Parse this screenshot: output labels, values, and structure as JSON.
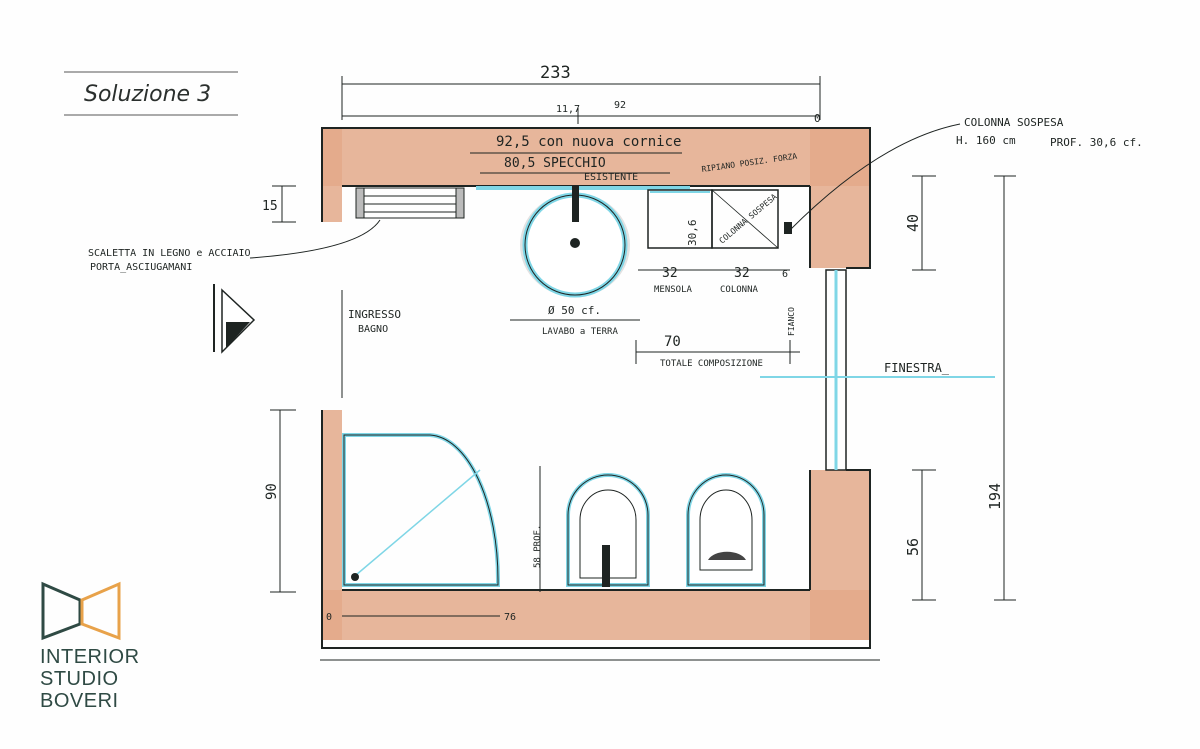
{
  "title": "Soluzione 3",
  "dims": {
    "total_width": "233",
    "d117": "11,7",
    "d92": "92",
    "d0": "0",
    "d15": "15",
    "frame": "92,5 con nuova cornice",
    "mirror": "80,5 SPECCHIO",
    "mirror2": "ESISTENTE",
    "shelf_note": "RIPIANO POSIZ. FORZA",
    "d306": "30,6",
    "d32a": "32",
    "d32b": "32",
    "d6": "6",
    "d40": "40",
    "d70": "70",
    "d90": "90",
    "d56": "56",
    "d194": "194",
    "d58": "58 PROF.",
    "d76": "76",
    "d0b": "0",
    "dia": "Ø 50 cf.",
    "fianco": "FIANCO"
  },
  "labels": {
    "shelf": "SCALETTA IN LEGNO e ACCIAIO",
    "shelf2": "PORTA_ASCIUGAMANI",
    "entrance": "INGRESSO",
    "entrance2": "BAGNO",
    "sink": "LAVABO a TERRA",
    "mensola": "MENSOLA",
    "colonna": "COLONNA",
    "colonna_inner": "COLONNA SOSPESA",
    "column_note": "COLONNA SOSPESA",
    "column_h": "H. 160 cm",
    "column_p": "PROF. 30,6 cf.",
    "total_comp": "TOTALE COMPOSIZIONE",
    "window": "FINESTRA_"
  },
  "logo": {
    "line1": "INTERIOR",
    "line2": "STUDIO",
    "line3": "BOVERI"
  },
  "colors": {
    "wall": "#e3a98a",
    "accent_blue": "#7fd6e6",
    "ink": "#1e2422",
    "logo_dark": "#2f4a44",
    "logo_orange": "#e8a24a"
  }
}
